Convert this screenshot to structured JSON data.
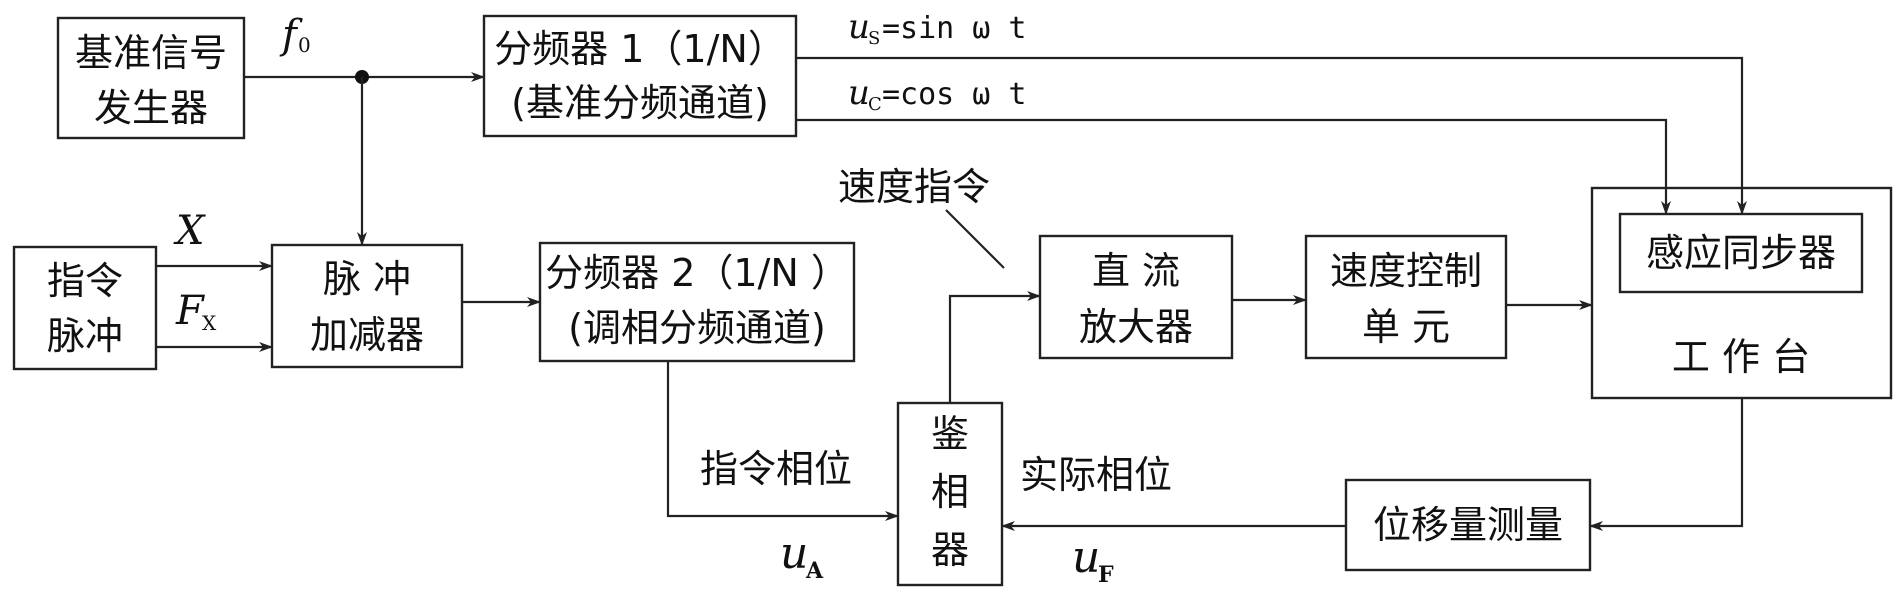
{
  "blocks": {
    "reference": {
      "line1": "基准信号",
      "line2": "发生器"
    },
    "divider1": {
      "line1": "分频器 1（1/N）",
      "line2": "(基准分频通道)"
    },
    "command_pulse": {
      "line1": "指令",
      "line2": "脉冲"
    },
    "pulse_adder": {
      "line1": "脉 冲",
      "line2": "加减器"
    },
    "divider2": {
      "line1": "分频器 2（1/N ）",
      "line2": "(调相分频通道)"
    },
    "dc_amp": {
      "line1": "直 流",
      "line2": "放大器"
    },
    "speed_ctrl": {
      "line1": "速度控制",
      "line2": "单 元"
    },
    "inductosyn": {
      "label": "感应同步器"
    },
    "worktable": {
      "label": "工 作 台"
    },
    "phase_detector": {
      "c1": "鉴",
      "c2": "相",
      "c3": "器"
    },
    "displacement": {
      "label": "位移量测量"
    }
  },
  "signals": {
    "f0": {
      "main": "f",
      "sub": "0"
    },
    "us": {
      "main": "u",
      "sub": "S",
      "expr": "=sin ω t"
    },
    "uc": {
      "main": "u",
      "sub": "C",
      "expr": "=cos ω t"
    },
    "x": "X",
    "fx": {
      "main": "F",
      "sub": "X"
    },
    "speed_command": "速度指令",
    "command_phase": "指令相位",
    "actual_phase": "实际相位",
    "ua": {
      "main": "u",
      "sub": "A"
    },
    "uf": {
      "main": "u",
      "sub": "F"
    }
  }
}
